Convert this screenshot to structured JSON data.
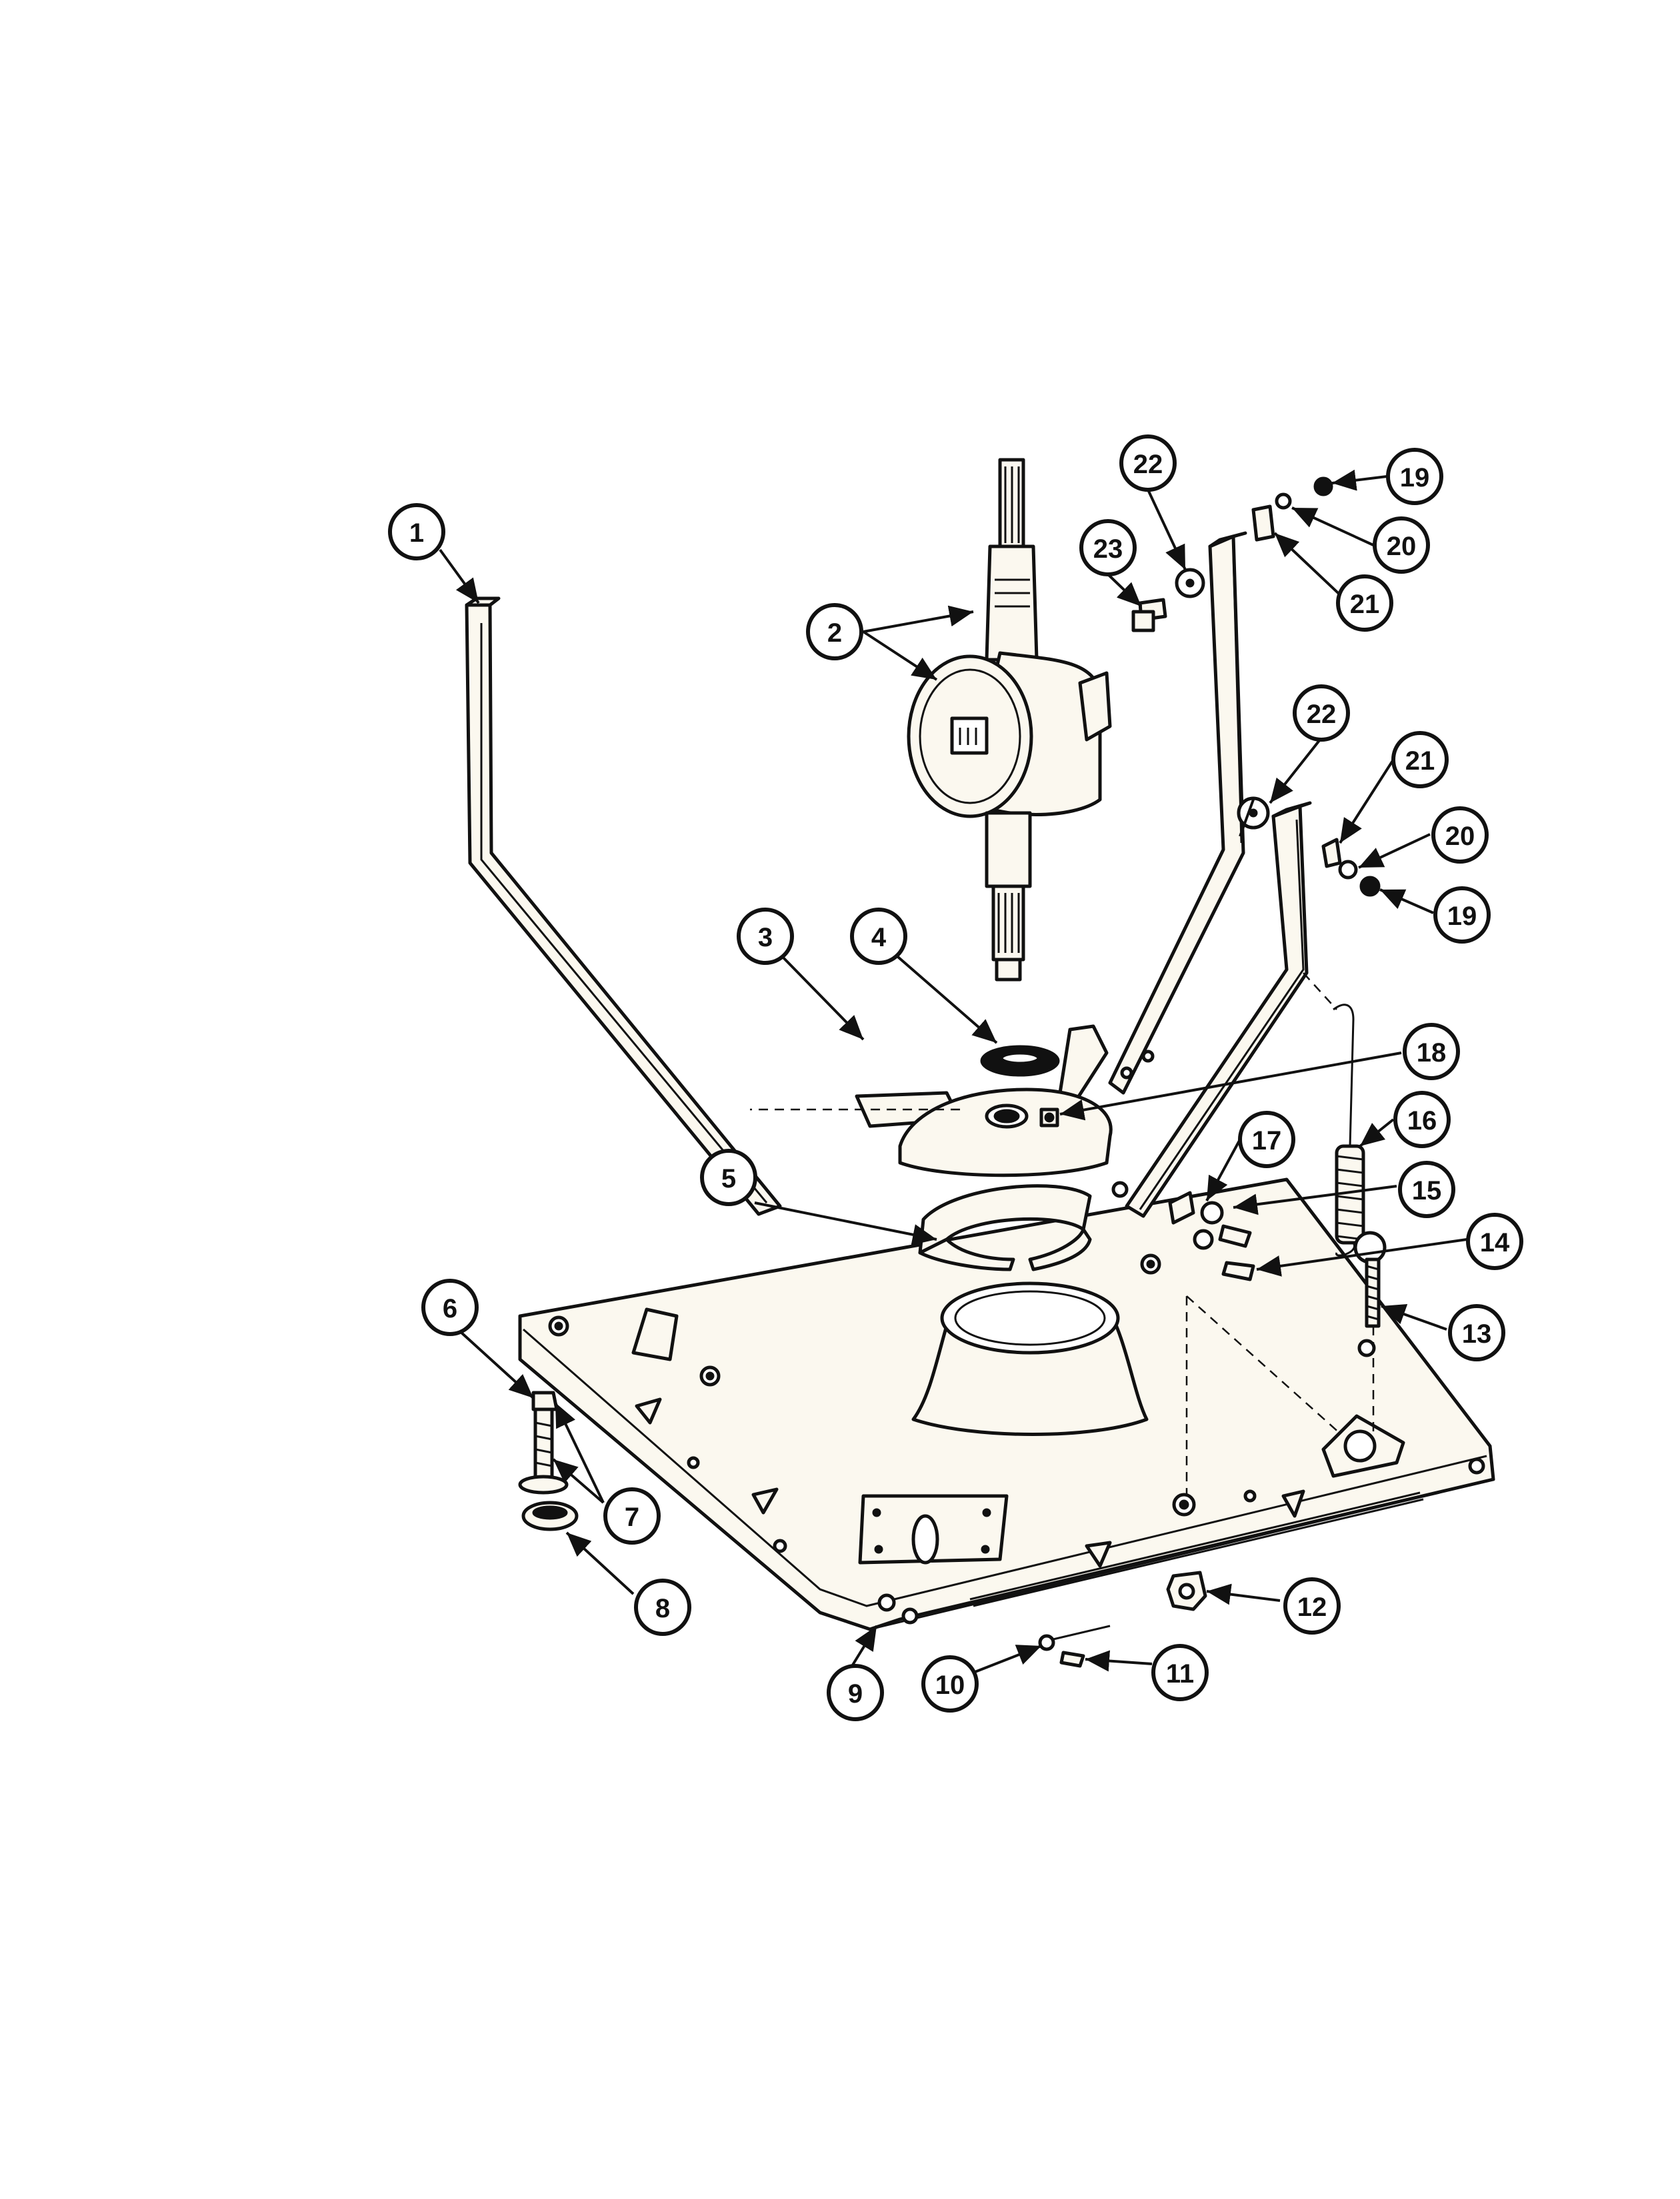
{
  "callouts": [
    {
      "id": "1",
      "label": "1"
    },
    {
      "id": "2",
      "label": "2"
    },
    {
      "id": "3",
      "label": "3"
    },
    {
      "id": "4",
      "label": "4"
    },
    {
      "id": "5",
      "label": "5"
    },
    {
      "id": "6",
      "label": "6"
    },
    {
      "id": "7",
      "label": "7"
    },
    {
      "id": "8",
      "label": "8"
    },
    {
      "id": "9",
      "label": "9"
    },
    {
      "id": "10",
      "label": "10"
    },
    {
      "id": "11",
      "label": "11"
    },
    {
      "id": "12",
      "label": "12"
    },
    {
      "id": "13",
      "label": "13"
    },
    {
      "id": "14",
      "label": "14"
    },
    {
      "id": "15",
      "label": "15"
    },
    {
      "id": "16",
      "label": "16"
    },
    {
      "id": "17",
      "label": "17"
    },
    {
      "id": "18",
      "label": "18"
    },
    {
      "id": "19a",
      "label": "19"
    },
    {
      "id": "19b",
      "label": "19"
    },
    {
      "id": "20a",
      "label": "20"
    },
    {
      "id": "20b",
      "label": "20"
    },
    {
      "id": "21a",
      "label": "21"
    },
    {
      "id": "21b",
      "label": "21"
    },
    {
      "id": "22a",
      "label": "22"
    },
    {
      "id": "22b",
      "label": "22"
    },
    {
      "id": "23",
      "label": "23"
    }
  ]
}
